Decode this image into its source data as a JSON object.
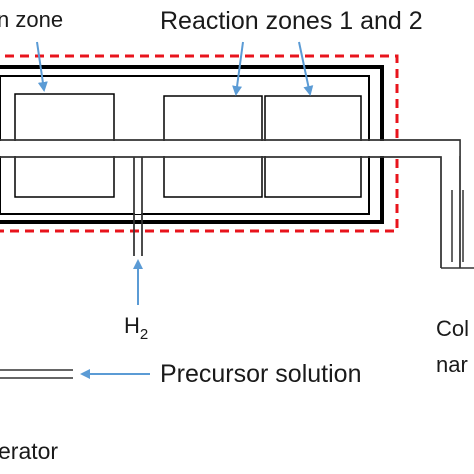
{
  "labels": {
    "evaporation_zone": "n zone",
    "reaction_zones": "Reaction zones 1 and 2",
    "hydrogen_main": "H",
    "hydrogen_sub": "2",
    "collector_line1": "Col",
    "collector_line2": "nar",
    "precursor": "Precursor solution",
    "generator": "erator"
  },
  "colors": {
    "outline": "#000000",
    "tube": "#333333",
    "arrow": "#5b9bd5",
    "dashed_box": "#e8141c",
    "background": "#ffffff"
  }
}
